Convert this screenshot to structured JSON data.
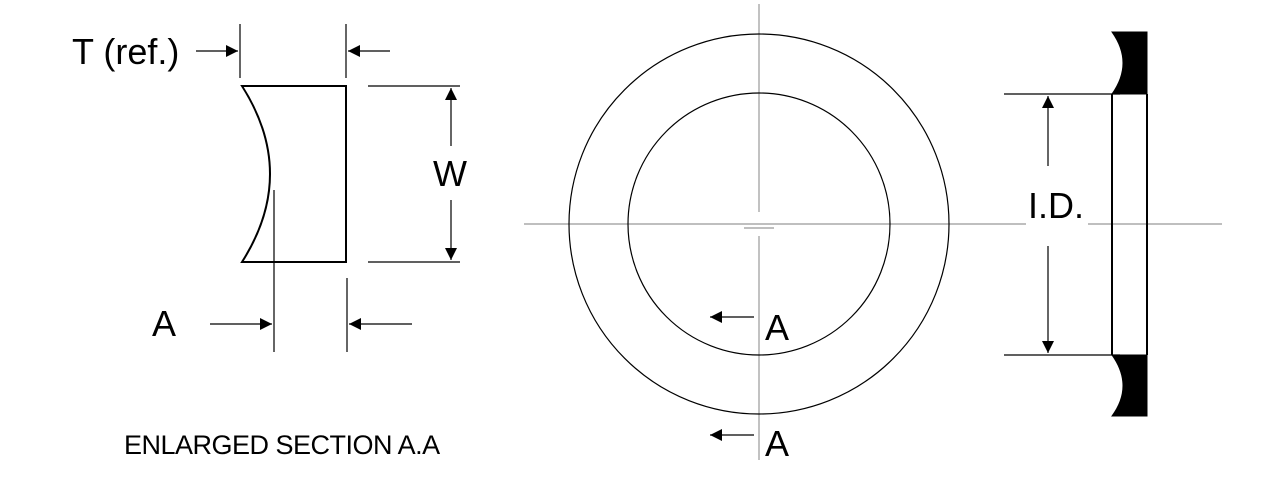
{
  "labels": {
    "thickness": "T (ref.)",
    "width": "W",
    "section_marker_left": "A",
    "section_marker_ring_upper": "A",
    "section_marker_ring_lower": "A",
    "inner_diameter": "I.D.",
    "caption": "ENLARGED SECTION A.A"
  }
}
